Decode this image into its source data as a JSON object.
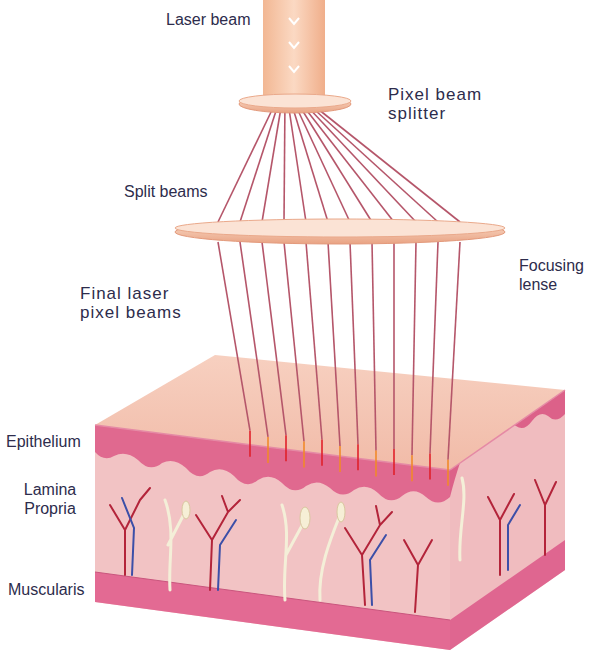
{
  "diagram": {
    "labels": [
      "Laser beam",
      "Pixel beam splitter",
      "Split beams",
      "Focusing lense",
      "Final laser pixel beams",
      "Epithelium",
      "Lamina Propria",
      "Muscularis"
    ]
  }
}
